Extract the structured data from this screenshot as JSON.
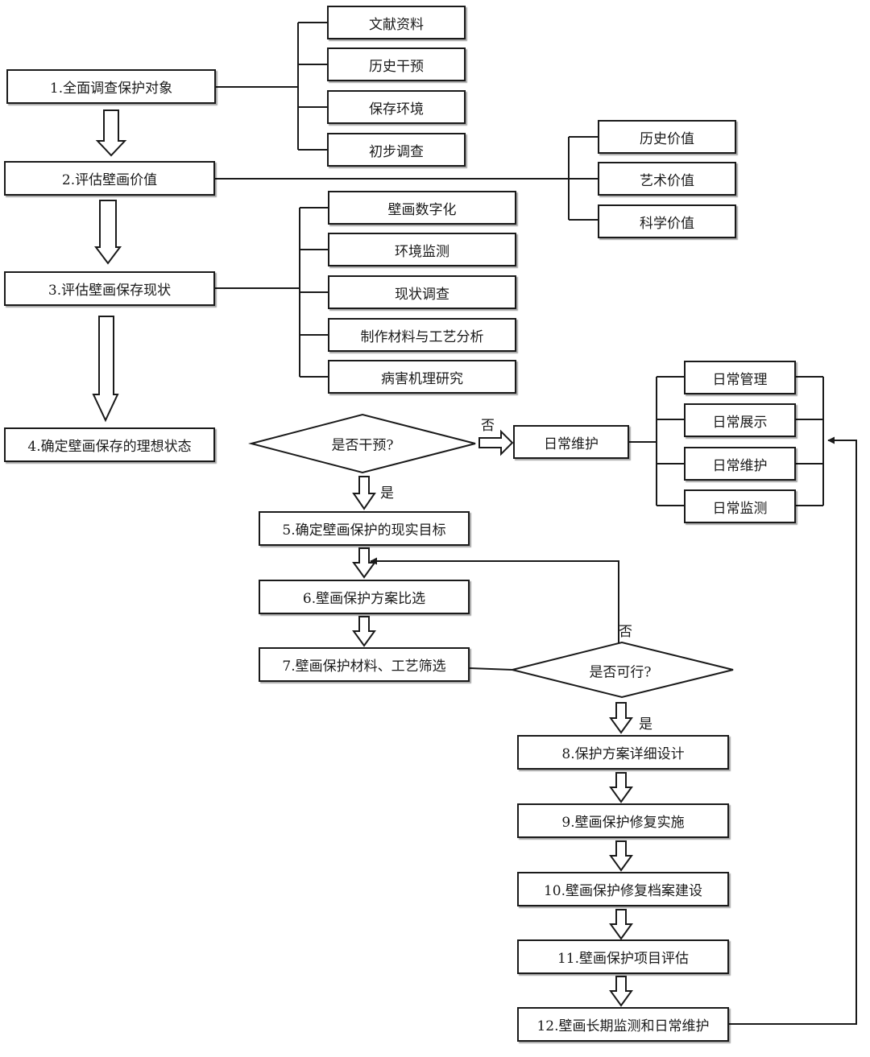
{
  "steps": {
    "s1": "1.全面调查保护对象",
    "s2": "2.评估壁画价值",
    "s3": "3.评估壁画保存现状",
    "s4": "4.确定壁画保存的理想状态",
    "s5": "5.确定壁画保护的现实目标",
    "s6": "6.壁画保护方案比选",
    "s7": "7.壁画保护材料、工艺筛选",
    "s8": "8.保护方案详细设计",
    "s9": "9.壁画保护修复实施",
    "s10": "10.壁画保护修复档案建设",
    "s11": "11.壁画保护项目评估",
    "s12": "12.壁画长期监测和日常维护"
  },
  "survey_items": [
    "文献资料",
    "历史干预",
    "保存环境",
    "初步调查"
  ],
  "value_items": [
    "历史价值",
    "艺术价值",
    "科学价值"
  ],
  "condition_items": [
    "壁画数字化",
    "环境监测",
    "现状调查",
    "制作材料与工艺分析",
    "病害机理研究"
  ],
  "maintenance_items": [
    "日常管理",
    "日常展示",
    "日常维护",
    "日常监测"
  ],
  "decisions": {
    "intervene": "是否干预?",
    "feasible": "是否可行?"
  },
  "routine": "日常维护",
  "labels": {
    "yes": "是",
    "no": "否"
  }
}
